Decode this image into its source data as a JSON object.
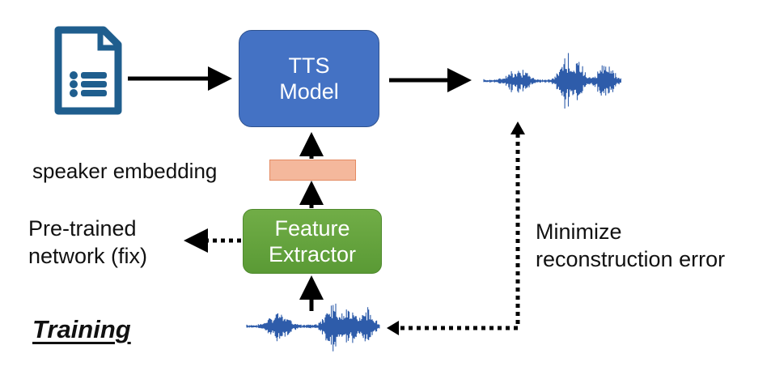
{
  "tts_model": {
    "label_line1": "TTS",
    "label_line2": "Model"
  },
  "feature_extractor": {
    "label_line1": "Feature",
    "label_line2": "Extractor"
  },
  "speaker_embedding": {
    "label": "speaker embedding"
  },
  "pretrained_note": {
    "line1": "Pre-trained",
    "line2": "network (fix)"
  },
  "objective_note": {
    "line1": "Minimize",
    "line2": "reconstruction error"
  },
  "mode_label": "Training",
  "colors": {
    "tts_box": "#4472c4",
    "feature_box": "#70ad47",
    "embedding_bar": "#f4b89c",
    "waveform": "#2e5caa",
    "document_icon": "#1f5e8e",
    "arrow": "#000000"
  },
  "icons": {
    "input_text": "document-list-icon",
    "waveform": "audio-waveform-icon"
  }
}
